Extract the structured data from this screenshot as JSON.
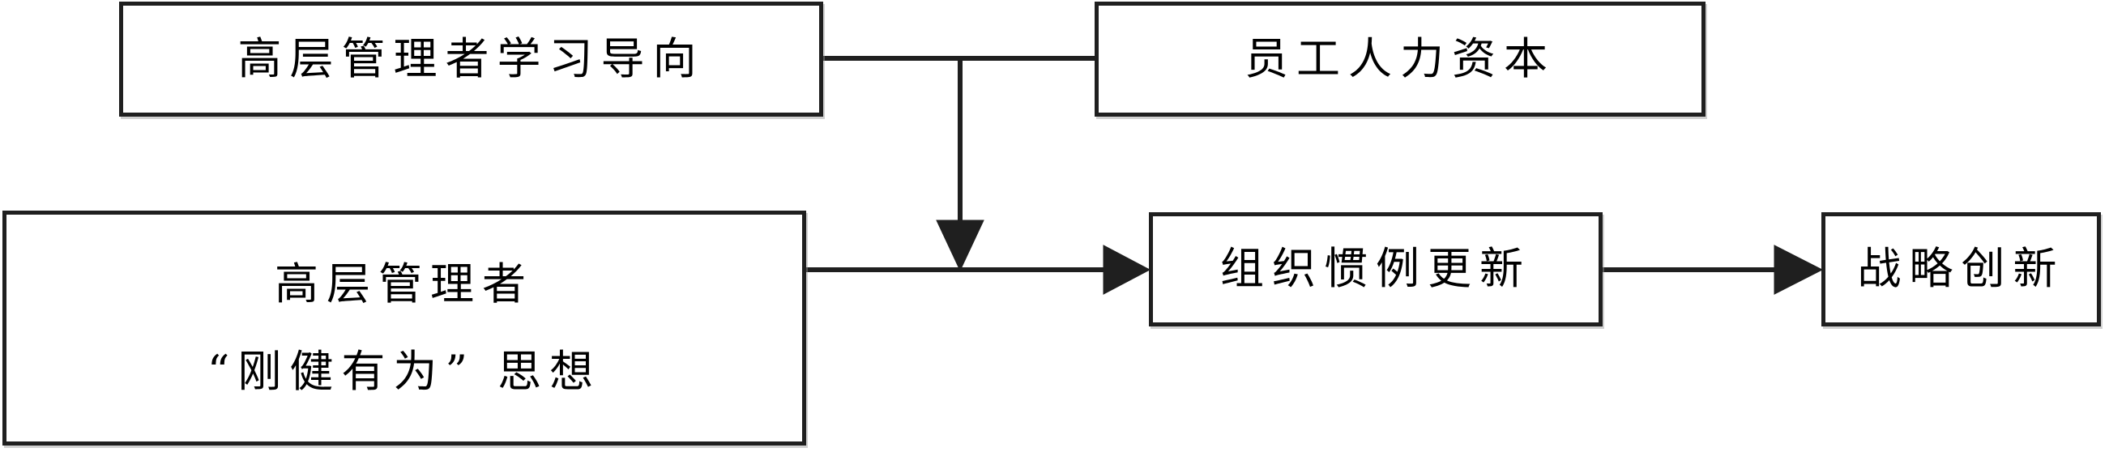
{
  "boxes": {
    "top_left": {
      "label": "高层管理者学习导向"
    },
    "top_right": {
      "label": "员工人力资本"
    },
    "mid_left": {
      "line1": "高层管理者",
      "line2": "“刚健有为” 思想"
    },
    "routine": {
      "label": "组织惯例更新"
    },
    "strategy": {
      "label": "战略创新"
    }
  },
  "connections": [
    {
      "from": "top_left",
      "to": "top_right",
      "style": "plain-line"
    },
    {
      "from": "top_left_top_right_connector",
      "to": "mid_left_routine_arrow",
      "style": "arrow-down"
    },
    {
      "from": "mid_left",
      "to": "routine",
      "style": "arrow-right"
    },
    {
      "from": "routine",
      "to": "strategy",
      "style": "arrow-right"
    }
  ],
  "colors": {
    "line": "#1f1f1f",
    "text": "#000000",
    "background": "#ffffff"
  }
}
